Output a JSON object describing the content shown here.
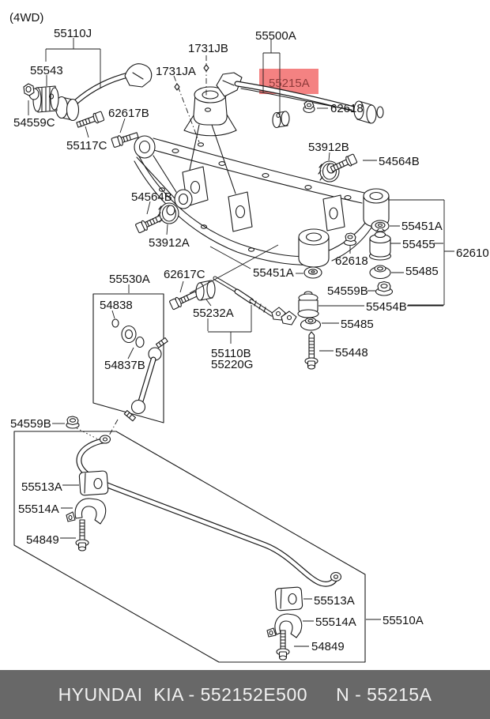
{
  "meta": {
    "corner_note": "(4WD)"
  },
  "highlight": {
    "part": "55215A",
    "bg": "#f48282",
    "fg": "#8e3a3a"
  },
  "footer": {
    "left": "HYUNDAI  KIA - 552152E500",
    "right": "N - 55215A",
    "bg": "#686868"
  },
  "parts": {
    "p55110J": "55110J",
    "p55543": "55543",
    "p54559C": "54559C",
    "p62617B": "62617B",
    "p55117C": "55117C",
    "p1731JB": "1731JB",
    "p1731JA": "1731JA",
    "p55500A": "55500A",
    "p55215A": "55215A",
    "p62618": "62618",
    "p53912B": "53912B",
    "p54564B": "54564B",
    "p53912A": "53912A",
    "p55451A": "55451A",
    "p55455": "55455",
    "p62610": "62610",
    "p55485": "55485",
    "p54559B": "54559B",
    "p55454B": "55454B",
    "p55448": "55448",
    "p62617C": "62617C",
    "p55530A": "55530A",
    "p54838": "54838",
    "p55232A": "55232A",
    "p54837B": "54837B",
    "p55110B": "55110B",
    "p55220G": "55220G",
    "p55513A": "55513A",
    "p55514A": "55514A",
    "p54849": "54849",
    "p55510A": "55510A"
  }
}
